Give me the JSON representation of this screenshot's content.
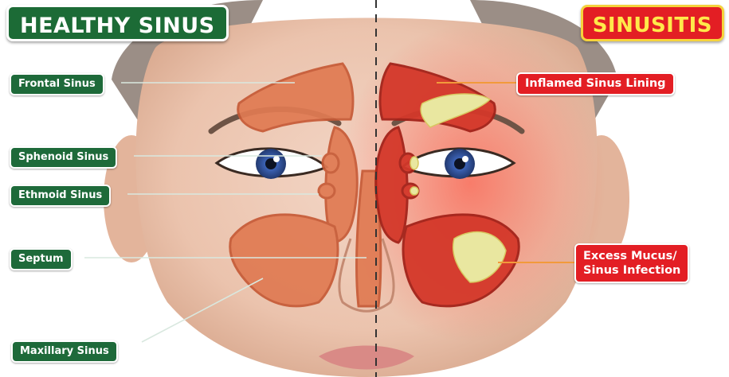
{
  "titles": {
    "healthy": "HEALTHY SINUS",
    "sinusitis": "SINUSITIS"
  },
  "labels_left": {
    "frontal": "Frontal Sinus",
    "sphenoid": "Sphenoid Sinus",
    "ethmoid": "Ethmoid Sinus",
    "septum": "Septum",
    "maxillary": "Maxillary Sinus"
  },
  "labels_right": {
    "inflamed": "Inflamed Sinus Lining",
    "mucus_line1": "Excess Mucus/",
    "mucus_line2": "Sinus Infection"
  },
  "colors": {
    "green_tag": "#1e6a3a",
    "red_tag": "#e31e24",
    "title_red_text": "#ffe94a",
    "sinus_healthy": "#e07a52",
    "sinus_inflamed": "#d4382a",
    "mucus": "#e9e7a0"
  }
}
